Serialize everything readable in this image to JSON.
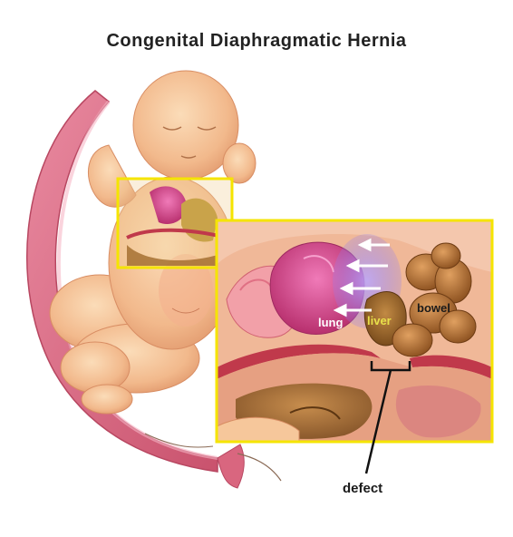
{
  "title": "Congenital Diaphragmatic Hernia",
  "labels": {
    "lung": "lung",
    "liver": "liver",
    "bowel": "bowel",
    "defect": "defect"
  },
  "colors": {
    "highlight_box": "#f5e400",
    "uterus": "#d9667f",
    "skin": "#f6c79b",
    "lung": "#d84a8a",
    "liver": "#a06a2a",
    "bowel": "#b06a2a",
    "diaphragm": "#c0394b",
    "arrows": "#ffffff",
    "liver_label": "#e8e04a"
  }
}
